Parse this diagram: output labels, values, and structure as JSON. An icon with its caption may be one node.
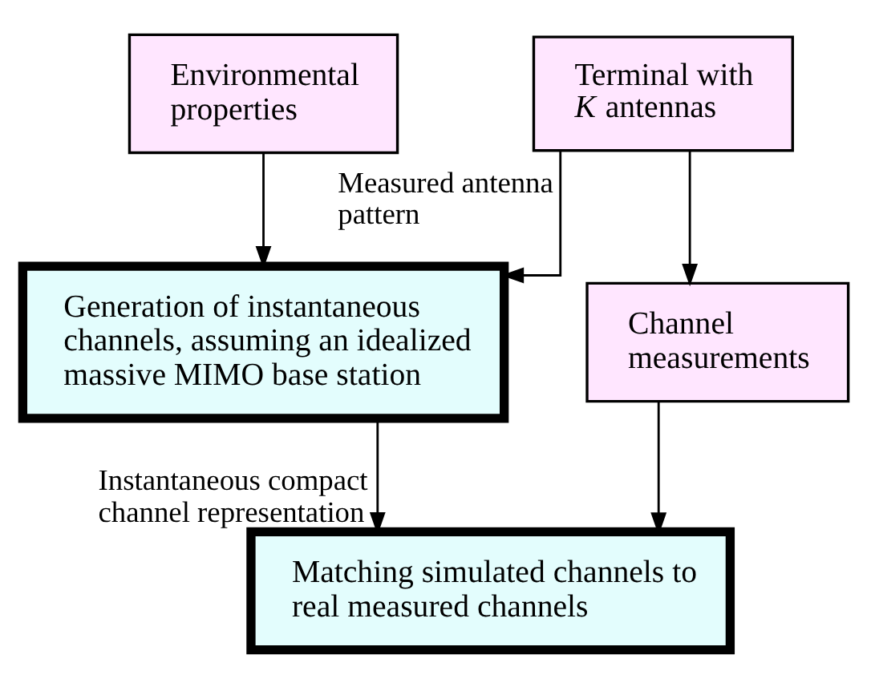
{
  "diagram": {
    "nodes": [
      {
        "text": [
          "Environmental properties"
        ]
      },
      {
        "text": [
          "Terminal with *K* antennas"
        ]
      },
      {
        "text": [
          "Generation of instantaneous channels, assuming an idealized massive MIMO base station"
        ]
      },
      {
        "text": [
          "Channel measurements"
        ]
      },
      {
        "text": [
          "Matching simulated channels to real measured channels"
        ]
      }
    ],
    "edges": [
      {
        "from": 0,
        "to": 2,
        "arrow": "to"
      },
      {
        "from": 1,
        "to": 2,
        "arrow": "to",
        "label": "Measured antenna pattern"
      },
      {
        "from": 1,
        "to": 3,
        "arrow": "to"
      },
      {
        "from": 2,
        "to": 4,
        "arrow": "to",
        "label": "Instantaneous compact channel representation"
      },
      {
        "from": 3,
        "to": 4,
        "arrow": "to"
      }
    ]
  }
}
